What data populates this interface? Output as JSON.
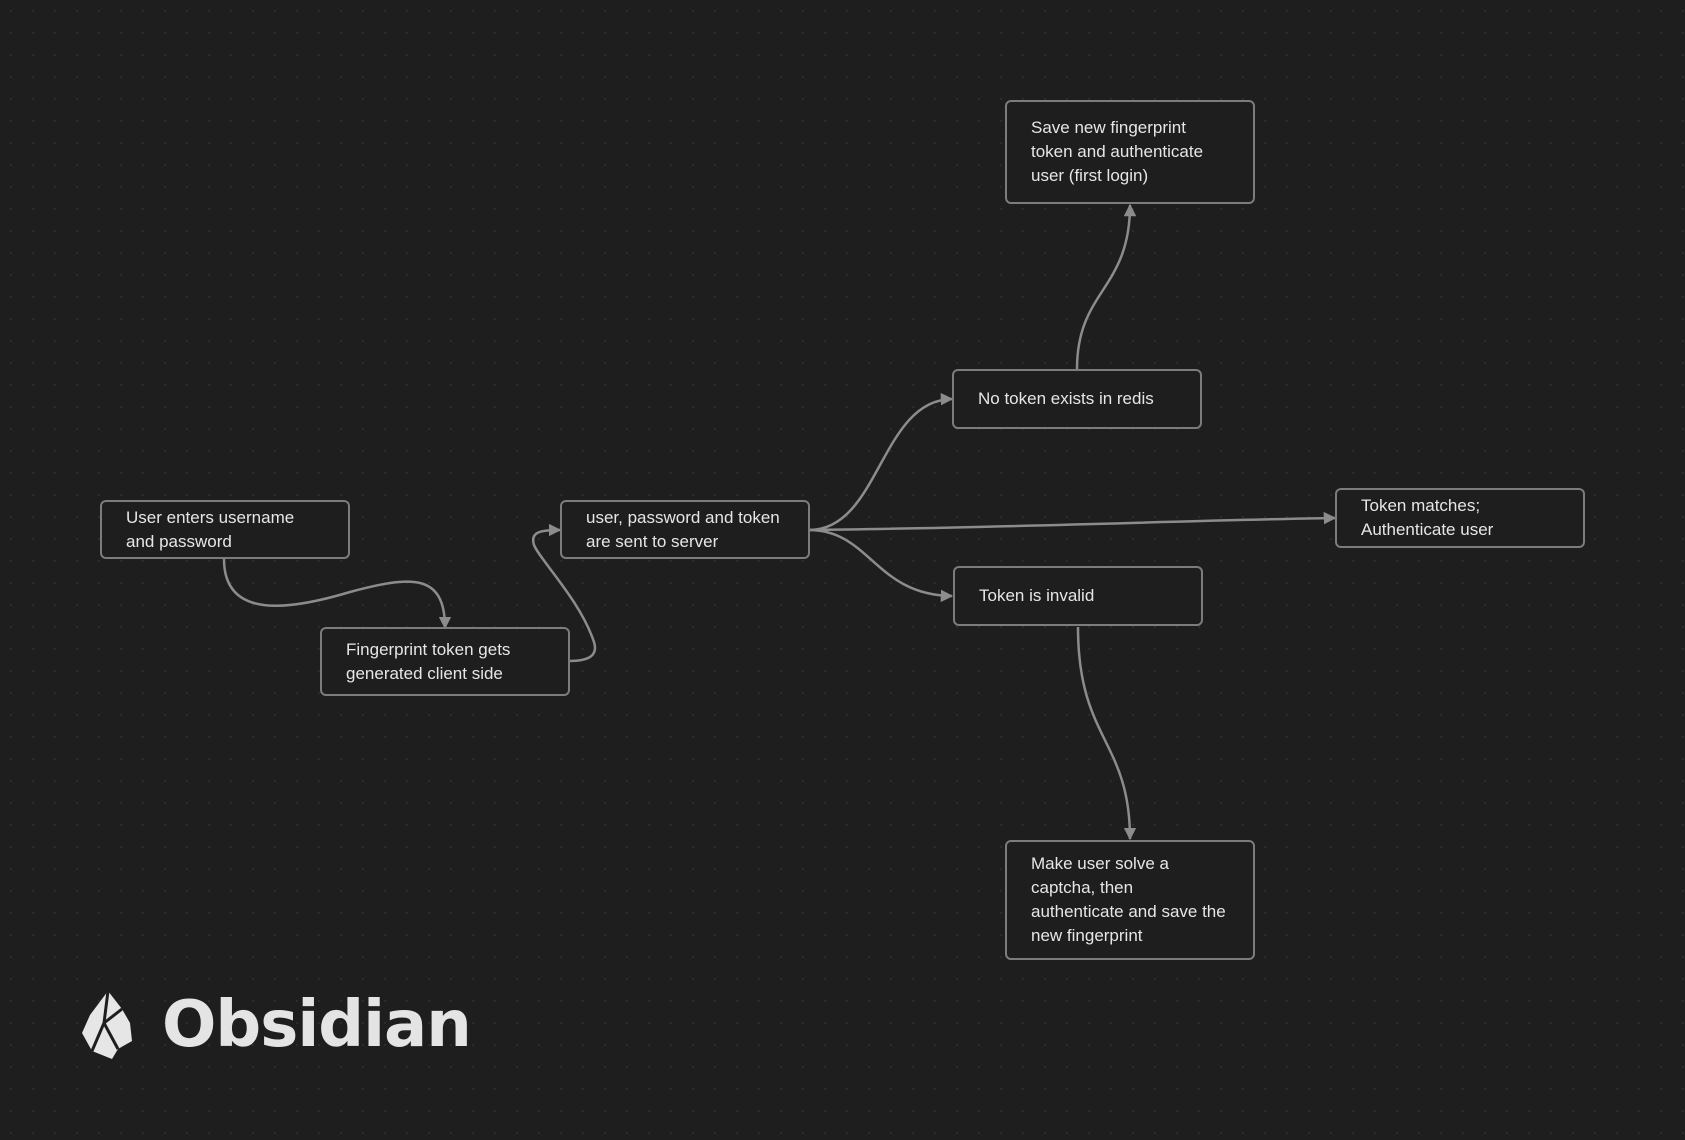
{
  "canvas": {
    "background_color": "#1e1e1e",
    "edge_color": "#8c8c8c",
    "node_border_color": "#7c7c7c"
  },
  "nodes": {
    "user_enters": "User enters username and password",
    "fingerprint_generated": "Fingerprint token gets generated client side",
    "sent_to_server": "user, password and token are sent to server",
    "no_token": "No token exists in redis",
    "save_new_token": "Save new fingerprint token and authenticate user (first login)",
    "token_matches": "Token matches; Authenticate user",
    "token_invalid": "Token is invalid",
    "captcha": "Make user solve a captcha, then authenticate and save the new fingerprint"
  },
  "edges": [
    {
      "from": "user_enters",
      "to": "fingerprint_generated"
    },
    {
      "from": "fingerprint_generated",
      "to": "sent_to_server"
    },
    {
      "from": "sent_to_server",
      "to": "no_token"
    },
    {
      "from": "sent_to_server",
      "to": "token_matches"
    },
    {
      "from": "sent_to_server",
      "to": "token_invalid"
    },
    {
      "from": "no_token",
      "to": "save_new_token"
    },
    {
      "from": "token_invalid",
      "to": "captcha"
    }
  ],
  "branding": {
    "wordmark": "Obsidian",
    "logo_icon": "obsidian-crystal-icon"
  }
}
